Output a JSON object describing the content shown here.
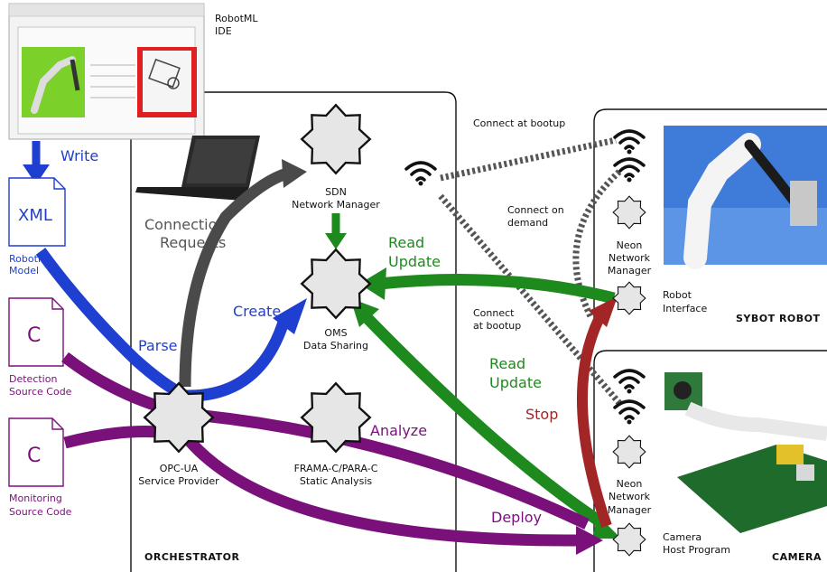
{
  "ide": {
    "title_line1": "RobotML",
    "title_line2": "IDE"
  },
  "files": {
    "xml_glyph": "XML",
    "xml_line1": "RobotML",
    "xml_line2": "Model",
    "c_glyph": "C",
    "detection_line1": "Detection",
    "detection_line2": "Source Code",
    "monitoring_line1": "Monitoring",
    "monitoring_line2": "Source Code"
  },
  "orchestrator": {
    "title": "ORCHESTRATOR",
    "connection_requests_line1": "Connection",
    "connection_requests_line2": "Requests",
    "sdn_line1": "SDN",
    "sdn_line2": "Network Manager",
    "oms_line1": "OMS",
    "oms_line2": "Data Sharing",
    "opcua_line1": "OPC-UA",
    "opcua_line2": "Service Provider",
    "frama_line1": "FRAMA-C/PARA-C",
    "frama_line2": "Static Analysis"
  },
  "arrows": {
    "write": "Write",
    "parse": "Parse",
    "create": "Create",
    "read1": "Read",
    "update1": "Update",
    "read2": "Read",
    "update2": "Update",
    "stop": "Stop",
    "analyze": "Analyze",
    "deploy": "Deploy"
  },
  "connections": {
    "bootup_top": "Connect at bootup",
    "demand_line1": "Connect on",
    "demand_line2": "demand",
    "bootup2_line1": "Connect",
    "bootup2_line2": "at bootup"
  },
  "robot": {
    "title": "SYBOT ROBOT",
    "neon_line1": "Neon",
    "neon_line2": "Network",
    "neon_line3": "Manager",
    "interface_line1": "Robot",
    "interface_line2": "Interface"
  },
  "camera": {
    "title": "CAMERA",
    "neon_line1": "Neon",
    "neon_line2": "Network",
    "neon_line3": "Manager",
    "host_line1": "Camera",
    "host_line2": "Host Program"
  },
  "colors": {
    "blue": "#1f3fd0",
    "green": "#1e8a1e",
    "red": "#a32626",
    "purple": "#7a117a",
    "gray_arrow": "#4a4a4a",
    "node_fill": "#e6e6e6"
  }
}
